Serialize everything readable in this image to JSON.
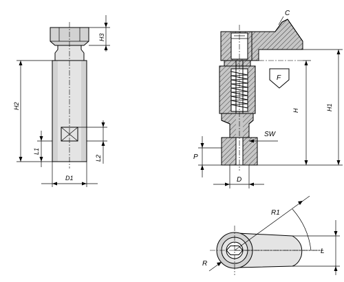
{
  "labels": {
    "h3": "H3",
    "h2": "H2",
    "l1": "L1",
    "l2": "L2",
    "d1": "D1",
    "c": "C",
    "f": "F",
    "h": "H",
    "h1": "H1",
    "sw": "SW",
    "p": "P",
    "d": "D",
    "r1": "R1",
    "r": "R",
    "l": "L"
  }
}
